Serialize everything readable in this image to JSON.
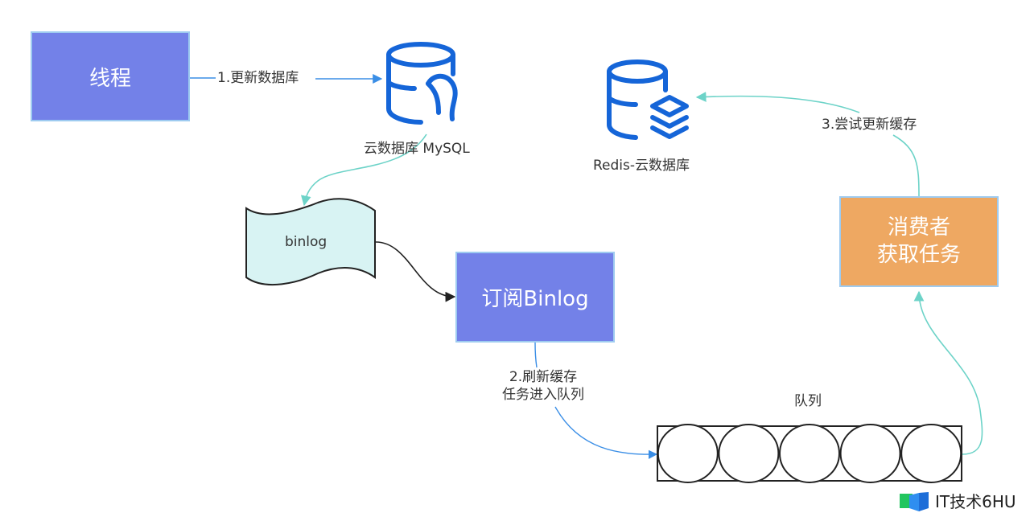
{
  "nodes": {
    "thread": {
      "label": "线程"
    },
    "mysql": {
      "label": "云数据库 MySQL",
      "icon": "mysql-database-icon"
    },
    "redis": {
      "label": "Redis-云数据库",
      "icon": "redis-database-icon"
    },
    "binlog": {
      "label": "binlog"
    },
    "subscribe": {
      "label": "订阅Binlog"
    },
    "consumer": {
      "line1": "消费者",
      "line2": "获取任务"
    },
    "queue": {
      "label": "队列",
      "slots": 5
    }
  },
  "edges": {
    "step1": {
      "label": "1.更新数据库"
    },
    "step2": {
      "line1": "2.刷新缓存",
      "line2": "任务进入队列"
    },
    "step3": {
      "label": "3.尝试更新缓存"
    }
  },
  "colors": {
    "purple_box": "#7381e8",
    "orange_box": "#eea862",
    "box_border": "#9ecbf0",
    "db_icon_blue": "#1565d8",
    "arrow_blue": "#3a8ee6",
    "arrow_teal": "#6dd3c8",
    "binlog_fill": "#d8f3f3"
  },
  "watermark": {
    "text": "IT技术6HU",
    "icon": "logo-icon"
  }
}
